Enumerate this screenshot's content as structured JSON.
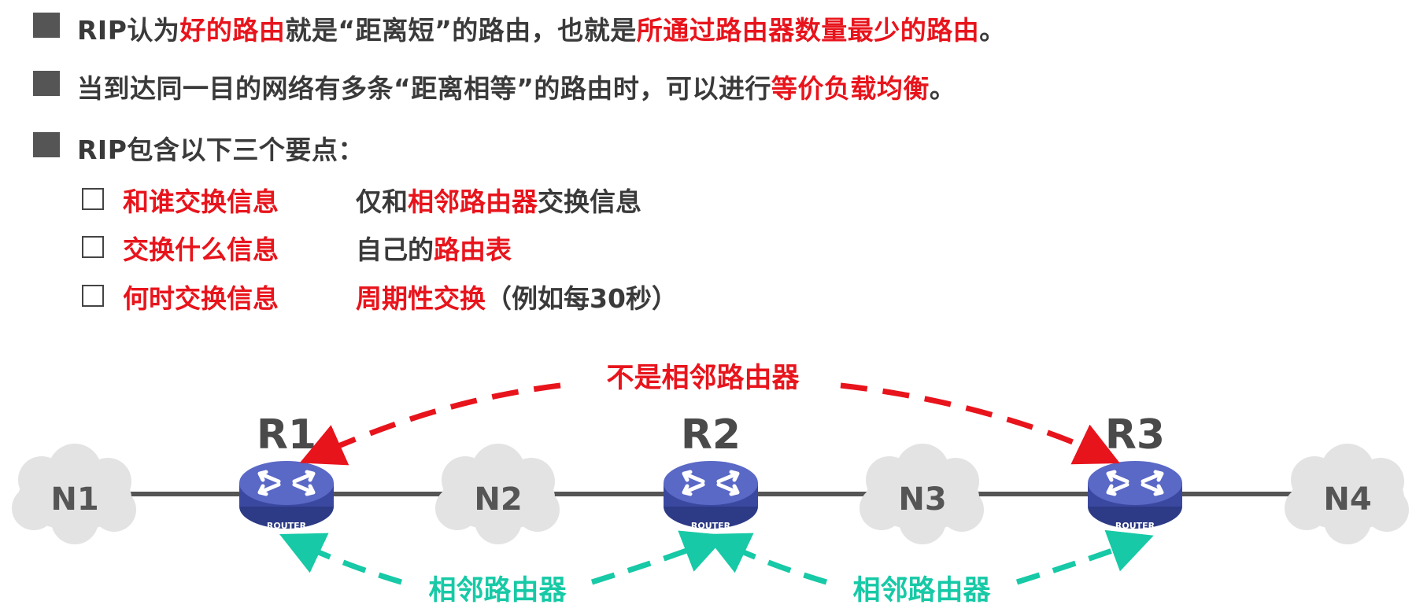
{
  "points": [
    {
      "parts": [
        {
          "text": "RIP认为",
          "red": false
        },
        {
          "text": "好的路由",
          "red": true
        },
        {
          "text": "就是“距离短”的路由，也就是",
          "red": false
        },
        {
          "text": "所通过路由器数量最少的路由",
          "red": true
        },
        {
          "text": "。",
          "red": false
        }
      ]
    },
    {
      "parts": [
        {
          "text": "当到达同一目的网络有多条“距离相等”的路由时，可以进行",
          "red": false
        },
        {
          "text": "等价负载均衡",
          "red": true
        },
        {
          "text": "。",
          "red": false
        }
      ]
    },
    {
      "parts": [
        {
          "text": "RIP包含以下三个要点：",
          "red": false
        }
      ]
    }
  ],
  "sub_points": [
    {
      "key": "和谁交换信息",
      "parts": [
        {
          "text": "仅和",
          "red": false
        },
        {
          "text": "相邻路由器",
          "red": true
        },
        {
          "text": "交换信息",
          "red": false
        }
      ]
    },
    {
      "key": "交换什么信息",
      "parts": [
        {
          "text": "自己的",
          "red": false
        },
        {
          "text": "路由表",
          "red": true
        }
      ]
    },
    {
      "key": "何时交换信息",
      "parts": [
        {
          "text": "周期性交换",
          "red": true
        },
        {
          "text": "（例如每30秒）",
          "red": false
        }
      ]
    }
  ],
  "diagram": {
    "networks": [
      "N1",
      "N2",
      "N3",
      "N4"
    ],
    "routers": [
      "R1",
      "R2",
      "R3"
    ],
    "router_icon_text": "ROUTER",
    "not_adjacent_label": "不是相邻路由器",
    "adjacent_label_1": "相邻路由器",
    "adjacent_label_2": "相邻路由器",
    "colors": {
      "red": "#e8141c",
      "cyan": "#17c9a6",
      "router": "#4a58b0",
      "cloud": "#e3e3e3",
      "link": "#555555"
    }
  }
}
